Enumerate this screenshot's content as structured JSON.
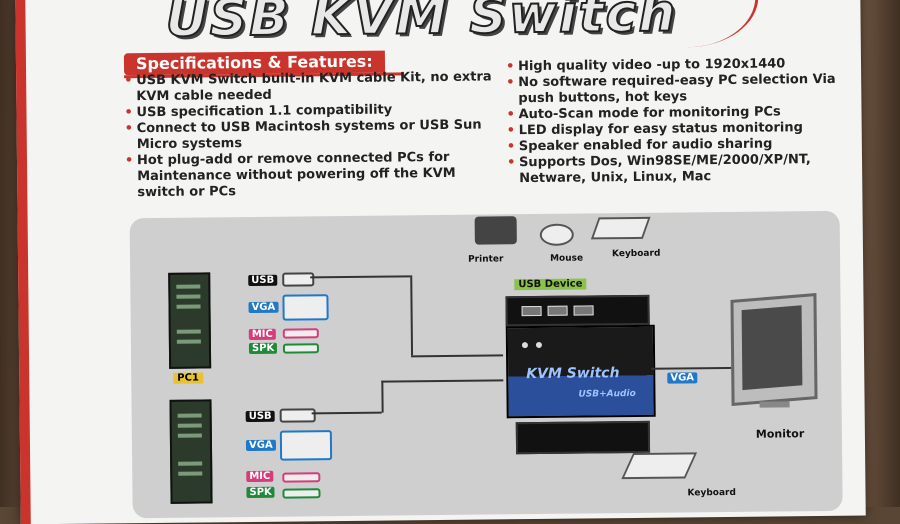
{
  "title": "USB KVM Switch",
  "specs_heading": "Specifications & Features:",
  "features_left": [
    "USB KVM Switch built-in KVM cable Kit, no extra KVM cable needed",
    "USB specification 1.1 compatibility",
    "Connect to USB Macintosh systems or USB Sun Micro systems",
    "Hot plug-add or remove connected PCs for Maintenance without powering off the KVM switch or PCs"
  ],
  "features_right": [
    "High quality video -up to 1920x1440",
    "No software required-easy PC selection Via push buttons, hot  keys",
    "Auto-Scan mode for monitoring PCs",
    "LED display for easy status monitoring",
    "Speaker enabled for audio sharing",
    "Supports Dos, Win98SE/ME/2000/XP/NT, Netware, Unix, Linux, Mac"
  ],
  "diagram": {
    "pc1_label": "PC1",
    "ports_pc1": [
      "USB",
      "VGA",
      "MIC",
      "SPK"
    ],
    "ports_pc2": [
      "USB",
      "VGA",
      "MIC",
      "SPK"
    ],
    "printer": "Printer",
    "mouse": "Mouse",
    "keyboard": "Keyboard",
    "usb_device": "USB Device",
    "kvm_label": "KVM Switch",
    "kvm_sub": "USB+Audio",
    "vga_out": "VGA",
    "monitor": "Monitor",
    "keyboard_bottom": "Keyboard"
  },
  "colors": {
    "brand_red": "#c9352d",
    "vga_blue": "#1f78c8",
    "mic_pink": "#d63b7a",
    "spk_green": "#1f8a3a",
    "usb_device_green": "#8bc34a"
  }
}
